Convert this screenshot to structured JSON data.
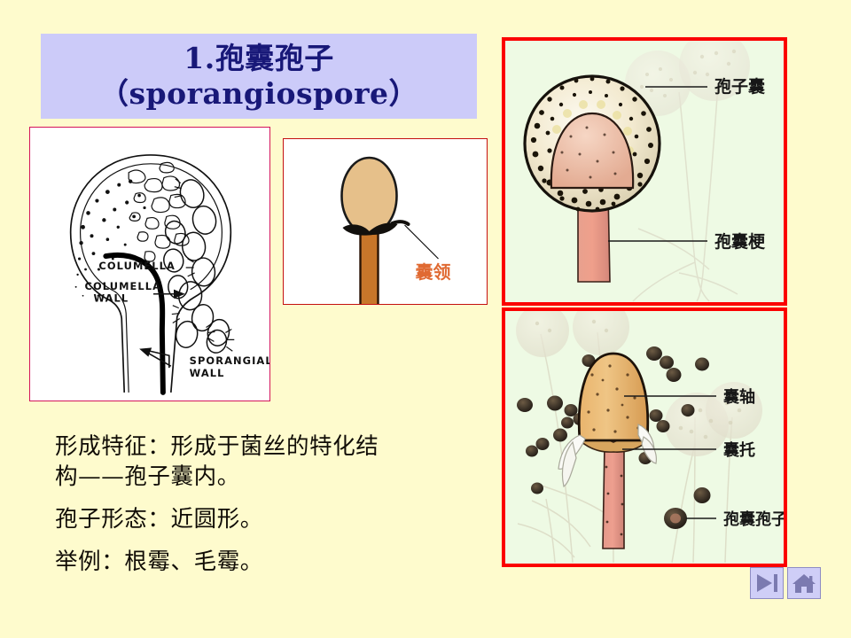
{
  "slide": {
    "background_color": "#fefbcd",
    "title": {
      "band_color": "#cccbf9",
      "text_color": "#181878",
      "line1": "1.孢囊孢子",
      "line2": "（sporangiospore）"
    },
    "body": {
      "para1_line1": "形成特征：形成于菌丝的特化结",
      "para1_line2": "构——孢子囊内。",
      "para2": "孢子形态：近圆形。",
      "para3": "举例：根霉、毛霉。"
    }
  },
  "figures": {
    "columella_diagram": {
      "name": "columella-line-diagram",
      "border_color": "#d4145a",
      "background": "#ffffff",
      "labels": {
        "columella": "COLUMELLA",
        "columella_wall_line1": "COLUMELLA",
        "columella_wall_line2": "WALL",
        "sporangial_wall_line1": "SPORANGIAL",
        "sporangial_wall_line2": "WALL"
      }
    },
    "collar_diagram": {
      "name": "sporangium-collar-diagram",
      "border_color": "#c41010",
      "background": "#ffffff",
      "label_collar": "囊领",
      "label_color": "#e06a32",
      "sac_color": "#e6c08a",
      "stalk_color": "#c8762a"
    },
    "sporangium_photo": {
      "name": "sporangium-illustration",
      "border_color": "#fb0000",
      "background": "#eefae4",
      "label_sporangium": "孢子囊",
      "label_sporangiophore": "孢囊梗"
    },
    "columella_photo": {
      "name": "columella-illustration",
      "border_color": "#fb0000",
      "background": "#eefae4",
      "label_columella": "囊轴",
      "label_apophysis": "囊托",
      "label_sporangiospore": "孢囊孢子"
    }
  },
  "nav": {
    "next_label": "next-slide",
    "home_label": "home",
    "button_color": "#cfcef7",
    "glyph_color": "#7b7ab0"
  }
}
